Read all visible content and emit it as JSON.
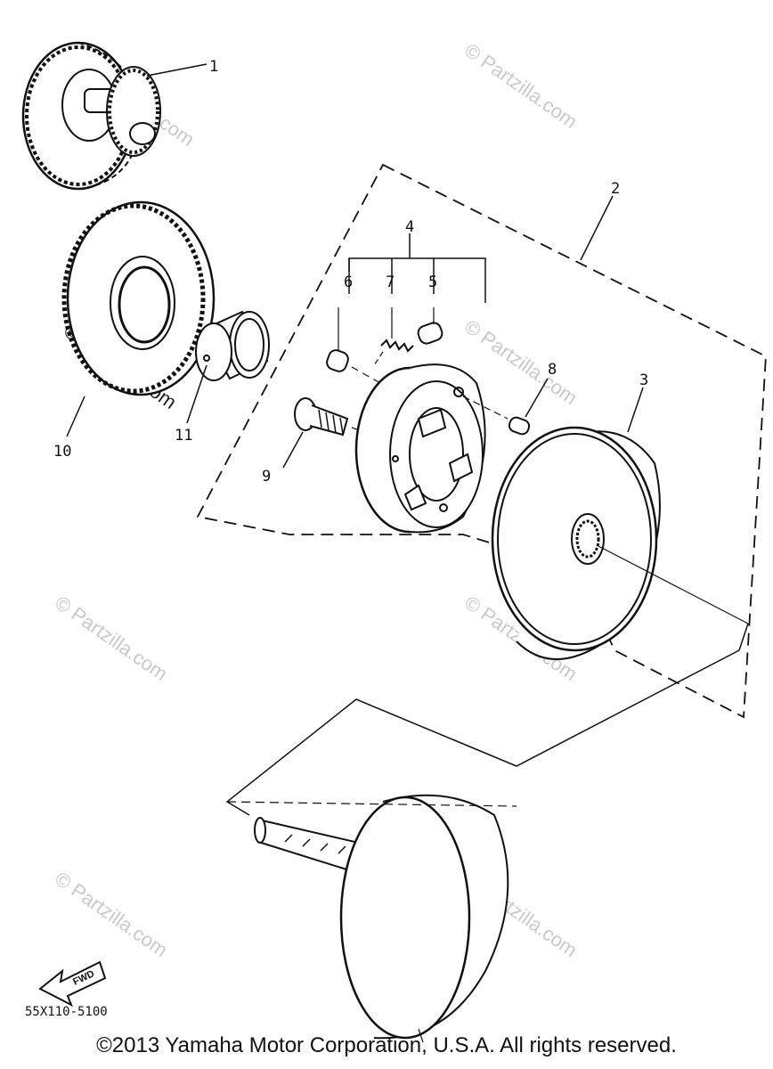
{
  "labels": {
    "p1": "1",
    "p2": "2",
    "p3": "3",
    "p4": "4",
    "p5": "5",
    "p6": "6",
    "p7": "7",
    "p8": "8",
    "p9": "9",
    "p10": "10",
    "p11": "11"
  },
  "watermark": "© Partzilla.com",
  "fwd_label": "FWD",
  "diagram_code": "55X110-5100",
  "copyright": "©2013  Yamaha Motor Corporation, U.S.A. All rights reserved."
}
